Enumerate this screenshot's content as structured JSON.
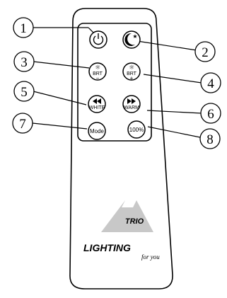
{
  "remote": {
    "buttons": [
      {
        "id": "power",
        "icon": "power-icon"
      },
      {
        "id": "night",
        "icon": "moon-star-icon"
      },
      {
        "id": "brt_down",
        "label": "BRT",
        "sign": "−",
        "icon": "sun-icon"
      },
      {
        "id": "brt_up",
        "label": "BRT",
        "sign": "+",
        "icon": "sun-icon"
      },
      {
        "id": "white",
        "label": "WHITE",
        "icon": "rewind-icon"
      },
      {
        "id": "warm",
        "label": "WARM",
        "icon": "fast-forward-icon"
      },
      {
        "id": "mode",
        "label": "Mode"
      },
      {
        "id": "full",
        "label": "100%"
      }
    ],
    "brand": {
      "logo_text": "TRIO",
      "name": "LIGHTING",
      "tagline": "for you"
    }
  },
  "callouts": [
    "1",
    "2",
    "3",
    "4",
    "5",
    "6",
    "7",
    "8"
  ]
}
